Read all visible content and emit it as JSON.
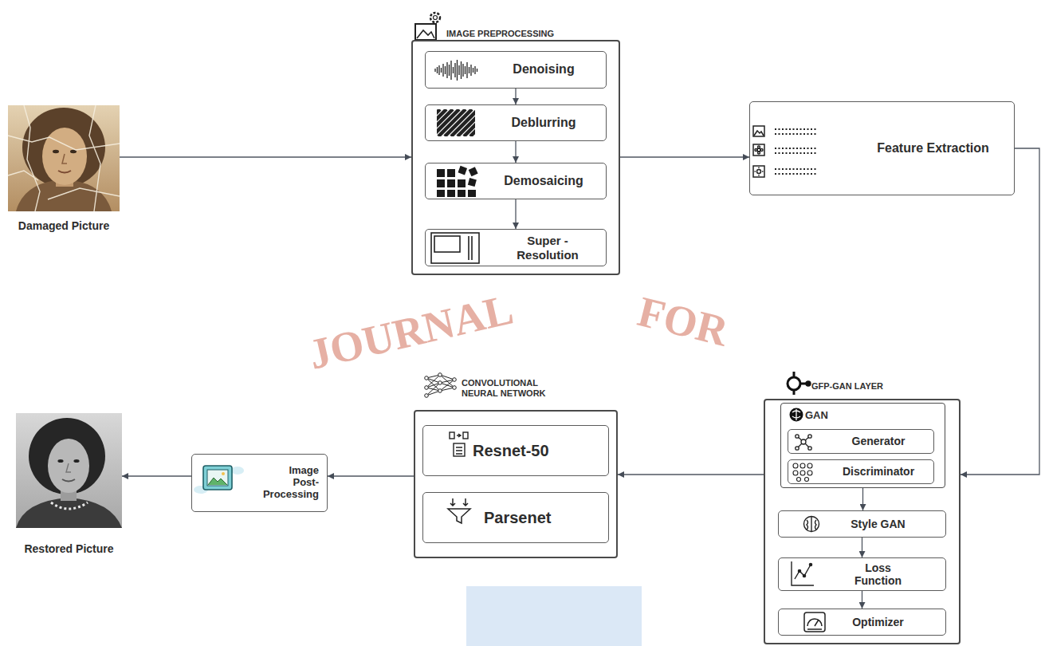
{
  "diagram": {
    "nodes": [
      {
        "text": [
          "Damaged Picture"
        ]
      },
      {
        "text": [
          "IMAGE PREPROCESSING"
        ]
      },
      {
        "text": [
          "Denoising"
        ],
        "in": 1
      },
      {
        "text": [
          "Deblurring"
        ],
        "in": 1
      },
      {
        "text": [
          "Demosaicing"
        ],
        "in": 1
      },
      {
        "text": [
          "Super - Resolution"
        ],
        "in": 1
      },
      {
        "text": [
          "Feature Extraction"
        ]
      },
      {
        "text": [
          "GFP-GAN LAYER"
        ]
      },
      {
        "text": [
          "GAN"
        ],
        "in": 7
      },
      {
        "text": [
          "Generator"
        ],
        "in": 8
      },
      {
        "text": [
          "Discriminator"
        ],
        "in": 8
      },
      {
        "text": [
          "Style GAN"
        ],
        "in": 7
      },
      {
        "text": [
          "Loss Function"
        ],
        "in": 7
      },
      {
        "text": [
          "Optimizer"
        ],
        "in": 7
      },
      {
        "text": [
          "CONVOLUTIONAL NEURAL NETWORK"
        ]
      },
      {
        "text": [
          "Resnet-50"
        ],
        "in": 14
      },
      {
        "text": [
          "Parsenet"
        ],
        "in": 14
      },
      {
        "text": [
          "Image Post- Processing"
        ]
      },
      {
        "text": [
          "Restored Picture"
        ]
      }
    ],
    "edges": [
      {
        "from": 0,
        "to": 1,
        "arrow": "to"
      },
      {
        "from": 2,
        "to": 3,
        "arrow": "to"
      },
      {
        "from": 3,
        "to": 4,
        "arrow": "to"
      },
      {
        "from": 4,
        "to": 5,
        "arrow": "to"
      },
      {
        "from": 1,
        "to": 6,
        "arrow": "to"
      },
      {
        "from": 6,
        "to": 7,
        "arrow": "to"
      },
      {
        "from": 8,
        "to": 11,
        "arrow": "to"
      },
      {
        "from": 11,
        "to": 12,
        "arrow": "to"
      },
      {
        "from": 12,
        "to": 13,
        "arrow": "to"
      },
      {
        "from": 7,
        "to": 14,
        "arrow": "to"
      },
      {
        "from": 14,
        "to": 17,
        "arrow": "to"
      },
      {
        "from": 17,
        "to": 18,
        "arrow": "to"
      }
    ],
    "labels": [
      "JOURNAL",
      "FOR"
    ]
  }
}
